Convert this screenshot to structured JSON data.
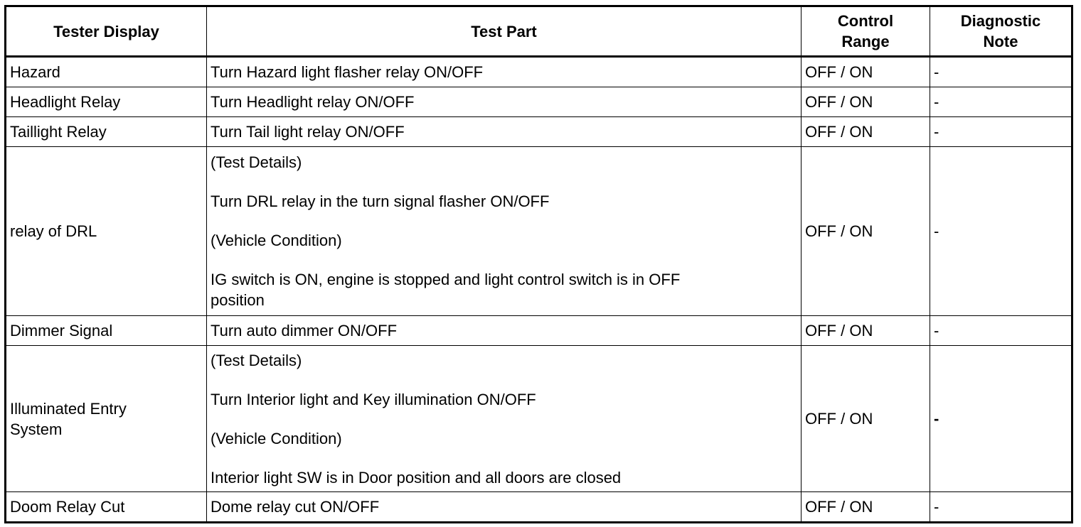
{
  "headers": {
    "tester_display": "Tester Display",
    "test_part": "Test Part",
    "control_range_line1": "Control",
    "control_range_line2": "Range",
    "diagnostic_note_line1": "Diagnostic",
    "diagnostic_note_line2": "Note"
  },
  "rows": [
    {
      "tester_display": "Hazard",
      "test_part": "Turn Hazard light flasher relay ON/OFF",
      "control_range": "OFF / ON",
      "diagnostic_note": "-"
    },
    {
      "tester_display": "Headlight Relay",
      "test_part": "Turn Headlight relay ON/OFF",
      "control_range": "OFF / ON",
      "diagnostic_note": "-"
    },
    {
      "tester_display": "Taillight Relay",
      "test_part": "Turn Tail light relay ON/OFF",
      "control_range": "OFF / ON",
      "diagnostic_note": "-"
    },
    {
      "tester_display": "relay of DRL",
      "test_part_lines": [
        "(Test Details)",
        "Turn DRL relay in the turn signal flasher ON/OFF",
        "(Vehicle Condition)",
        "IG switch is ON, engine is stopped and light control switch is in OFF",
        "position"
      ],
      "control_range": "OFF / ON",
      "diagnostic_note": "-"
    },
    {
      "tester_display": "Dimmer Signal",
      "test_part": "Turn auto dimmer ON/OFF",
      "control_range": "OFF / ON",
      "diagnostic_note": "-"
    },
    {
      "tester_display_line1": "Illuminated Entry",
      "tester_display_line2": "System",
      "test_part_lines": [
        "(Test Details)",
        "Turn Interior light and Key illumination ON/OFF",
        "(Vehicle Condition)",
        "Interior light SW is in Door position and all doors are closed"
      ],
      "control_range": "OFF / ON",
      "diagnostic_note": "-"
    },
    {
      "tester_display": "Doom Relay Cut",
      "test_part": "Dome relay cut ON/OFF",
      "control_range": "OFF / ON",
      "diagnostic_note": "-"
    }
  ]
}
